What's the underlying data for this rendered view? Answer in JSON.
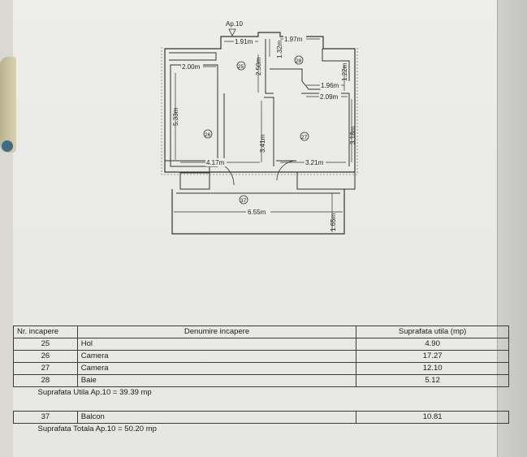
{
  "plan": {
    "apartment_marker": "Ap.10",
    "dimensions": [
      "1.91m",
      "1.97m",
      "1.32m",
      "2.00m",
      "2.50m",
      "1.22m",
      "1.96m",
      "2.09m",
      "5.33m",
      "3.41m",
      "3.18m",
      "4.17m",
      "3.21m",
      "6.55m",
      "1.65m"
    ],
    "room_numbers": [
      "25",
      "26",
      "27",
      "28",
      "37"
    ]
  },
  "table": {
    "headers": {
      "nr": "Nr. incapere",
      "name": "Denumire incapere",
      "area": "Suprafata utila (mp)"
    },
    "rows": [
      {
        "nr": "25",
        "name": "Hol",
        "area": "4.90"
      },
      {
        "nr": "26",
        "name": "Camera",
        "area": "17.27"
      },
      {
        "nr": "27",
        "name": "Camera",
        "area": "12.10"
      },
      {
        "nr": "28",
        "name": "Baie",
        "area": "5.12"
      }
    ],
    "total_util": "Suprafata Utila  Ap.10 =  39.39 mp",
    "balcony": {
      "nr": "37",
      "name": "Balcon",
      "area": "10.81"
    },
    "total": "Suprafata Totala  Ap.10 =  50.20 mp"
  }
}
